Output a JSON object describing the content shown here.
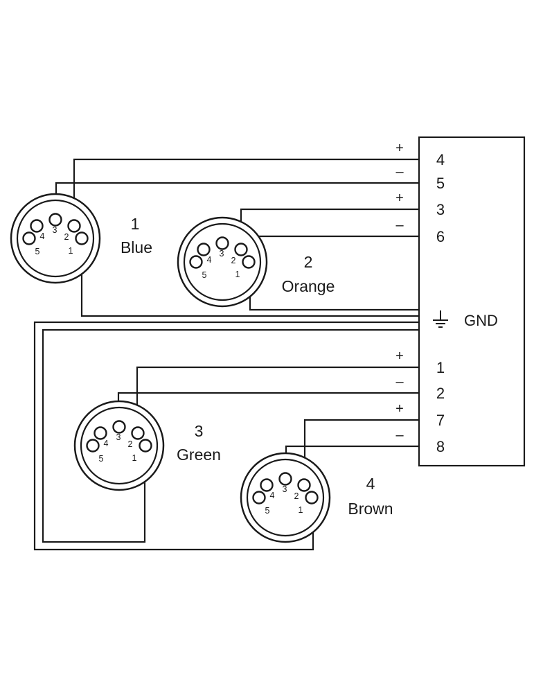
{
  "colors": {
    "line": "#1a1a1a",
    "background": "#ffffff"
  },
  "terminal_block": {
    "gnd_label": "GND",
    "gnd_symbol": "ground-icon",
    "terminals": [
      {
        "number": "4",
        "polarity": "+"
      },
      {
        "number": "5",
        "polarity": "–"
      },
      {
        "number": "3",
        "polarity": "+"
      },
      {
        "number": "6",
        "polarity": "–"
      },
      {
        "number": "1",
        "polarity": "+"
      },
      {
        "number": "2",
        "polarity": "–"
      },
      {
        "number": "7",
        "polarity": "+"
      },
      {
        "number": "8",
        "polarity": "–"
      }
    ]
  },
  "connectors": [
    {
      "number": "1",
      "color": "Blue",
      "pins": [
        "1",
        "2",
        "3",
        "4",
        "5"
      ]
    },
    {
      "number": "2",
      "color": "Orange",
      "pins": [
        "1",
        "2",
        "3",
        "4",
        "5"
      ]
    },
    {
      "number": "3",
      "color": "Green",
      "pins": [
        "1",
        "2",
        "3",
        "4",
        "5"
      ]
    },
    {
      "number": "4",
      "color": "Brown",
      "pins": [
        "1",
        "2",
        "3",
        "4",
        "5"
      ]
    }
  ]
}
